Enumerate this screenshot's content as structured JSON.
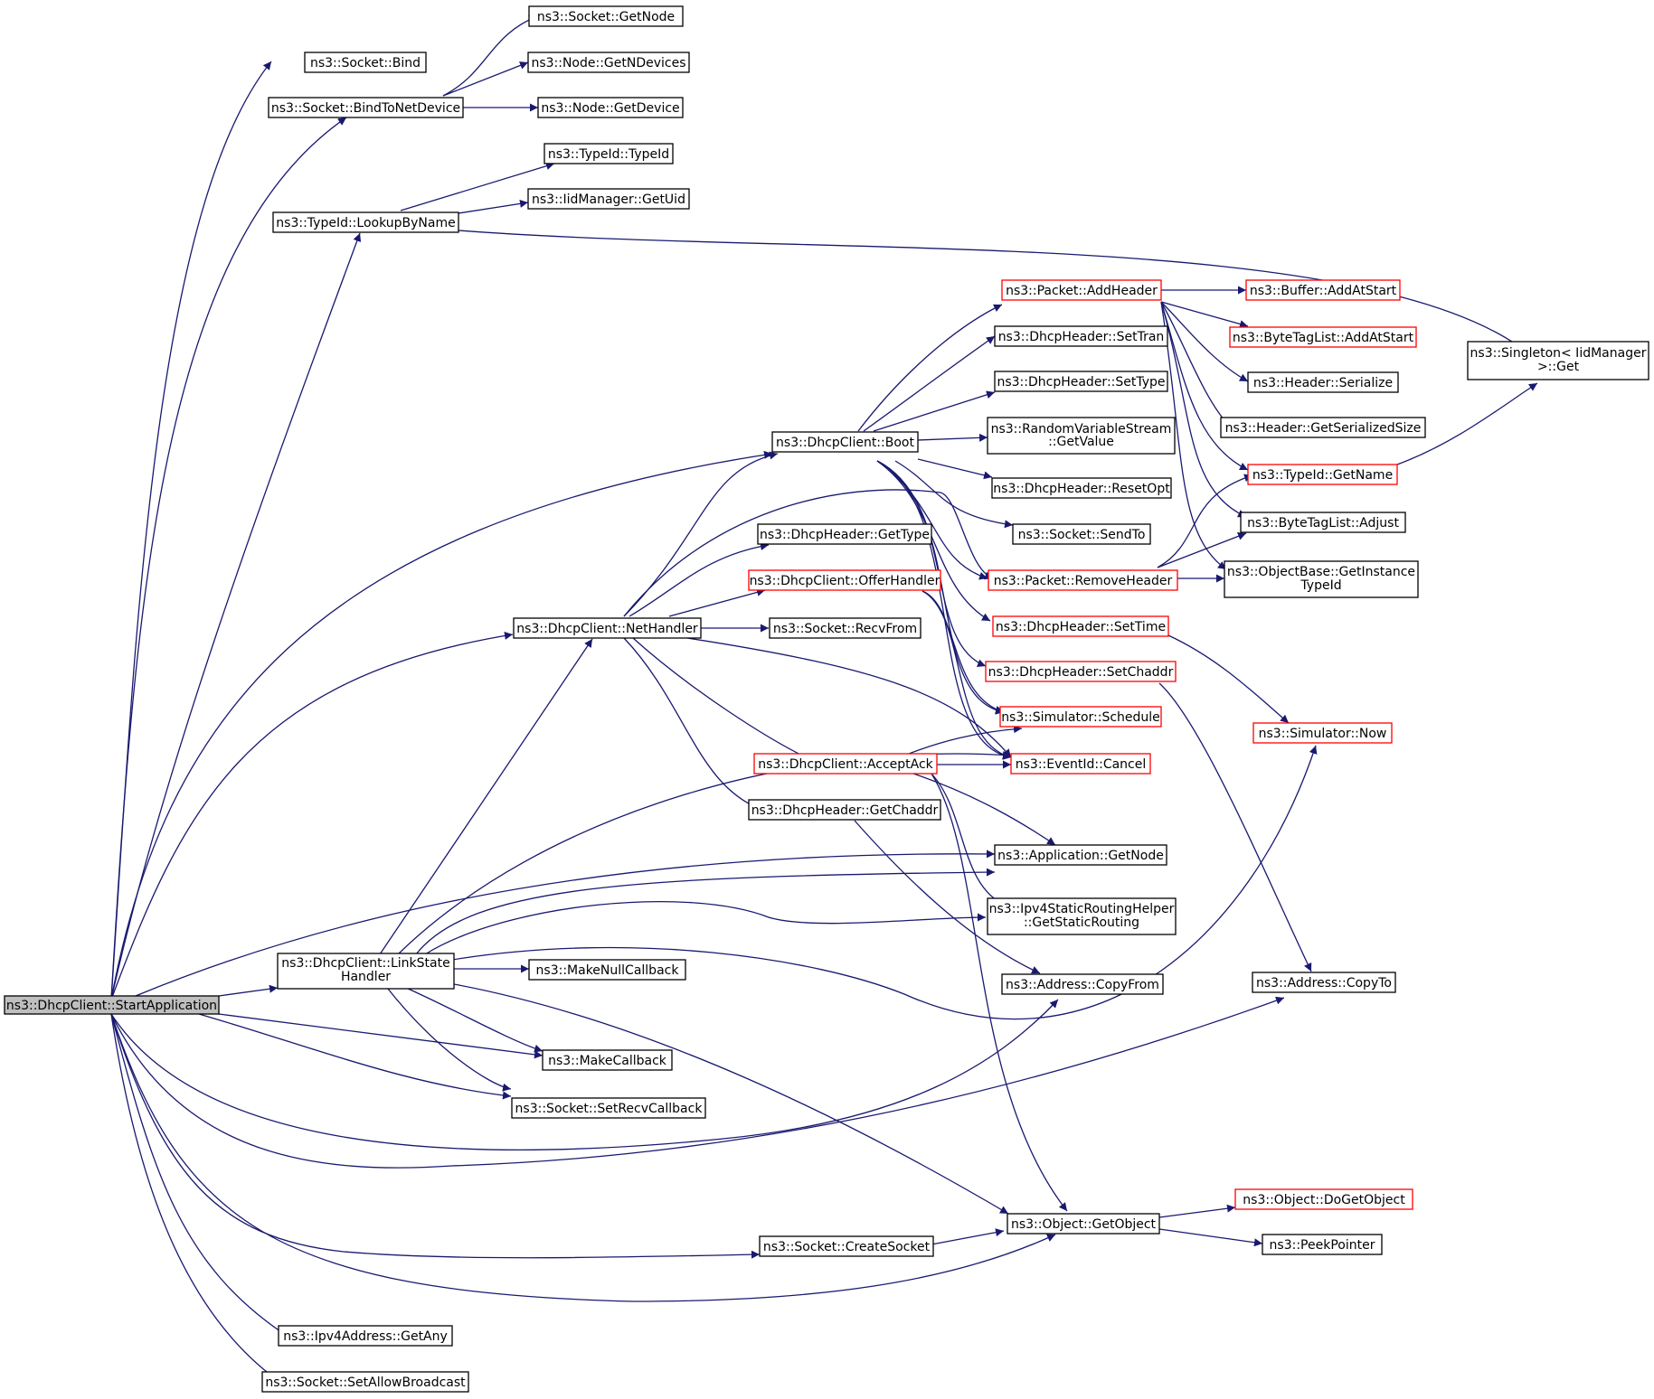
{
  "colors": {
    "edge": "#191970",
    "node_border": "#000000",
    "node_border_incomplete": "#ff0000",
    "root_fill": "#bfbfbf",
    "background": "#ffffff"
  },
  "nodes": {
    "start_application": {
      "lines": [
        "ns3::DhcpClient::StartApplication"
      ],
      "style": "root"
    },
    "socket_bind": {
      "lines": [
        "ns3::Socket::Bind"
      ],
      "style": "normal"
    },
    "socket_bind_to_net_device": {
      "lines": [
        "ns3::Socket::BindToNetDevice"
      ],
      "style": "normal"
    },
    "socket_get_node": {
      "lines": [
        "ns3::Socket::GetNode"
      ],
      "style": "normal"
    },
    "node_get_n_devices": {
      "lines": [
        "ns3::Node::GetNDevices"
      ],
      "style": "normal"
    },
    "node_get_device": {
      "lines": [
        "ns3::Node::GetDevice"
      ],
      "style": "normal"
    },
    "typeid_typeid": {
      "lines": [
        "ns3::TypeId::TypeId"
      ],
      "style": "normal"
    },
    "iid_manager_get_uid": {
      "lines": [
        "ns3::IidManager::GetUid"
      ],
      "style": "normal"
    },
    "typeid_lookup_by_name": {
      "lines": [
        "ns3::TypeId::LookupByName"
      ],
      "style": "normal"
    },
    "singleton_get": {
      "lines": [
        "ns3::Singleton< IidManager",
        ">::Get"
      ],
      "style": "normal"
    },
    "packet_add_header": {
      "lines": [
        "ns3::Packet::AddHeader"
      ],
      "style": "red"
    },
    "buffer_add_at_start": {
      "lines": [
        "ns3::Buffer::AddAtStart"
      ],
      "style": "red"
    },
    "byte_tag_list_add_at_start": {
      "lines": [
        "ns3::ByteTagList::AddAtStart"
      ],
      "style": "red"
    },
    "header_serialize": {
      "lines": [
        "ns3::Header::Serialize"
      ],
      "style": "normal"
    },
    "header_get_serialized_size": {
      "lines": [
        "ns3::Header::GetSerializedSize"
      ],
      "style": "normal"
    },
    "typeid_get_name": {
      "lines": [
        "ns3::TypeId::GetName"
      ],
      "style": "red"
    },
    "byte_tag_list_adjust": {
      "lines": [
        "ns3::ByteTagList::Adjust"
      ],
      "style": "normal"
    },
    "object_base_get_instance_type_id": {
      "lines": [
        "ns3::ObjectBase::GetInstance",
        "TypeId"
      ],
      "style": "normal"
    },
    "dhcp_header_set_tran": {
      "lines": [
        "ns3::DhcpHeader::SetTran"
      ],
      "style": "normal"
    },
    "dhcp_header_set_type": {
      "lines": [
        "ns3::DhcpHeader::SetType"
      ],
      "style": "normal"
    },
    "dhcp_client_boot": {
      "lines": [
        "ns3::DhcpClient::Boot"
      ],
      "style": "normal"
    },
    "random_variable_stream_get_value": {
      "lines": [
        "ns3::RandomVariableStream",
        "::GetValue"
      ],
      "style": "normal"
    },
    "dhcp_header_reset_opt": {
      "lines": [
        "ns3::DhcpHeader::ResetOpt"
      ],
      "style": "normal"
    },
    "socket_send_to": {
      "lines": [
        "ns3::Socket::SendTo"
      ],
      "style": "normal"
    },
    "dhcp_header_get_type": {
      "lines": [
        "ns3::DhcpHeader::GetType"
      ],
      "style": "normal"
    },
    "dhcp_client_offer_handler": {
      "lines": [
        "ns3::DhcpClient::OfferHandler"
      ],
      "style": "red"
    },
    "packet_remove_header": {
      "lines": [
        "ns3::Packet::RemoveHeader"
      ],
      "style": "red"
    },
    "dhcp_client_net_handler": {
      "lines": [
        "ns3::DhcpClient::NetHandler"
      ],
      "style": "normal"
    },
    "socket_recv_from": {
      "lines": [
        "ns3::Socket::RecvFrom"
      ],
      "style": "normal"
    },
    "dhcp_header_set_time": {
      "lines": [
        "ns3::DhcpHeader::SetTime"
      ],
      "style": "red"
    },
    "dhcp_header_set_chaddr": {
      "lines": [
        "ns3::DhcpHeader::SetChaddr"
      ],
      "style": "red"
    },
    "simulator_schedule": {
      "lines": [
        "ns3::Simulator::Schedule"
      ],
      "style": "red"
    },
    "simulator_now": {
      "lines": [
        "ns3::Simulator::Now"
      ],
      "style": "red"
    },
    "dhcp_client_accept_ack": {
      "lines": [
        "ns3::DhcpClient::AcceptAck"
      ],
      "style": "red"
    },
    "event_id_cancel": {
      "lines": [
        "ns3::EventId::Cancel"
      ],
      "style": "red"
    },
    "dhcp_header_get_chaddr": {
      "lines": [
        "ns3::DhcpHeader::GetChaddr"
      ],
      "style": "normal"
    },
    "application_get_node": {
      "lines": [
        "ns3::Application::GetNode"
      ],
      "style": "normal"
    },
    "ipv4_static_routing_helper_get_static_routing": {
      "lines": [
        "ns3::Ipv4StaticRoutingHelper",
        "::GetStaticRouting"
      ],
      "style": "normal"
    },
    "dhcp_client_link_state_handler": {
      "lines": [
        "ns3::DhcpClient::LinkState",
        "Handler"
      ],
      "style": "normal"
    },
    "make_null_callback": {
      "lines": [
        "ns3::MakeNullCallback"
      ],
      "style": "normal"
    },
    "address_copy_from": {
      "lines": [
        "ns3::Address::CopyFrom"
      ],
      "style": "normal"
    },
    "address_copy_to": {
      "lines": [
        "ns3::Address::CopyTo"
      ],
      "style": "normal"
    },
    "make_callback": {
      "lines": [
        "ns3::MakeCallback"
      ],
      "style": "normal"
    },
    "socket_set_recv_callback": {
      "lines": [
        "ns3::Socket::SetRecvCallback"
      ],
      "style": "normal"
    },
    "object_do_get_object": {
      "lines": [
        "ns3::Object::DoGetObject"
      ],
      "style": "red"
    },
    "object_get_object": {
      "lines": [
        "ns3::Object::GetObject"
      ],
      "style": "normal"
    },
    "socket_create_socket": {
      "lines": [
        "ns3::Socket::CreateSocket"
      ],
      "style": "normal"
    },
    "peek_pointer": {
      "lines": [
        "ns3::PeekPointer"
      ],
      "style": "normal"
    },
    "ipv4_address_get_any": {
      "lines": [
        "ns3::Ipv4Address::GetAny"
      ],
      "style": "normal"
    },
    "socket_set_allow_broadcast": {
      "lines": [
        "ns3::Socket::SetAllowBroadcast"
      ],
      "style": "normal"
    }
  }
}
